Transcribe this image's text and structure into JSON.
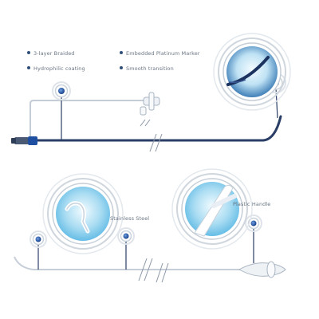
{
  "features": {
    "braided": "3-layer Braided",
    "hydrophilic": "Hydrophilic coating",
    "marker": "Embedded Platinum Marker",
    "transition": "Smooth transition"
  },
  "callouts": {
    "stainless": "Stainless Steel",
    "handle": "Plastic Handle"
  },
  "colors": {
    "catheter": "#2a3e66",
    "accent": "#1f4fa0",
    "ring": "#cfd6dd",
    "lens": "#8fd0ea"
  }
}
